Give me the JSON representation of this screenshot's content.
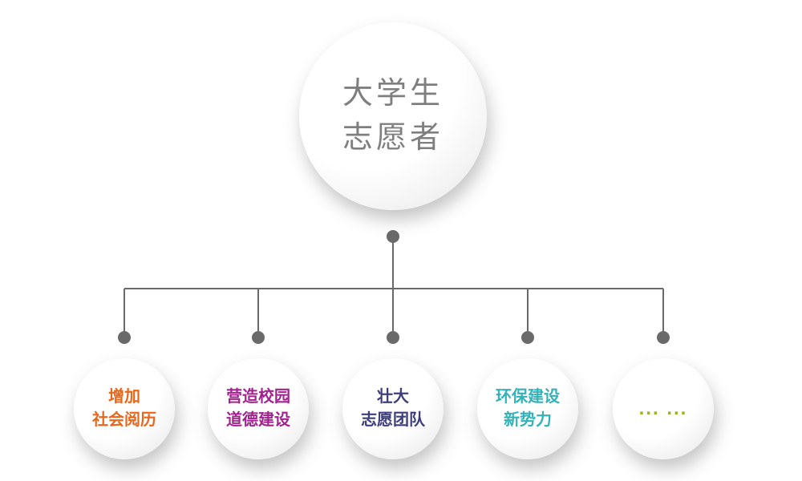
{
  "diagram": {
    "connector_color": "#6a6a6a",
    "root": {
      "lines": [
        "大学生",
        "志愿者"
      ],
      "text_color": "#7f7f7f"
    },
    "children": [
      {
        "lines": [
          "增加",
          "社会阅历"
        ],
        "color": "#e8671b"
      },
      {
        "lines": [
          "营造校园",
          "道德建设"
        ],
        "color": "#a1238e"
      },
      {
        "lines": [
          "壮大",
          "志愿团队"
        ],
        "color": "#3e3e7d"
      },
      {
        "lines": [
          "环保建设",
          "新势力"
        ],
        "color": "#33b2b8"
      },
      {
        "lines": [
          "... ...",
          ""
        ],
        "color": "#9cb41f"
      }
    ]
  }
}
